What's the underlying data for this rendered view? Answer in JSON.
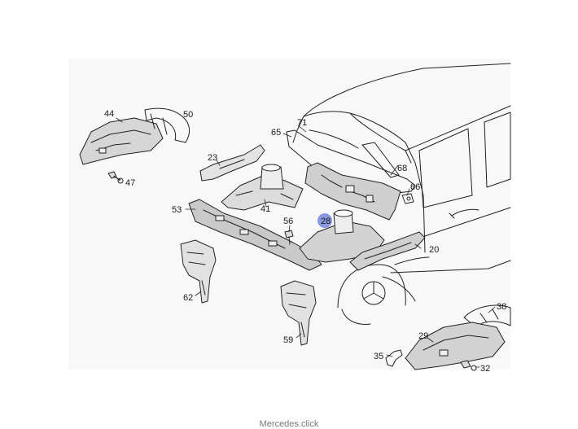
{
  "diagram": {
    "part_labels": [
      "44",
      "50",
      "47",
      "23",
      "65",
      "71",
      "68",
      "66",
      "41",
      "53",
      "56",
      "28",
      "20",
      "62",
      "59",
      "38",
      "29",
      "35",
      "32"
    ],
    "highlight_color": "#5a6fd6"
  },
  "footer": {
    "watermark": "Mercedes.click"
  }
}
